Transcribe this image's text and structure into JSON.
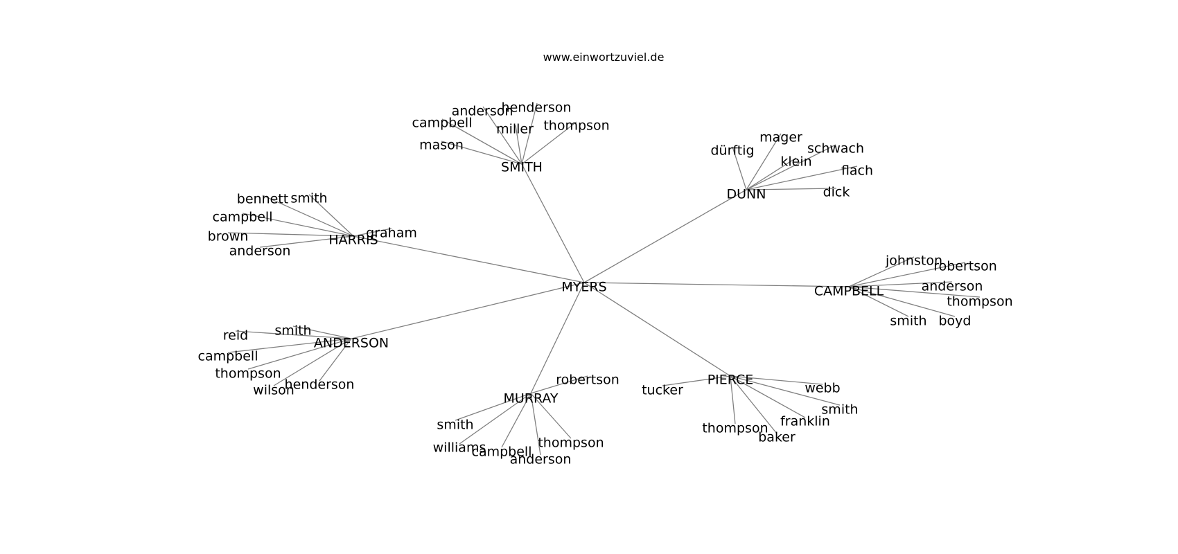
{
  "diagram": {
    "watermark": "www.einwortzuviel.de",
    "edge_color": "#808080",
    "center": "MYERS",
    "clusters": [
      {
        "hub": "SMITH",
        "leaves": [
          "henderson",
          "anderson",
          "campbell",
          "miller",
          "thompson",
          "mason"
        ]
      },
      {
        "hub": "DUNN",
        "leaves": [
          "mager",
          "dürftig",
          "schwach",
          "klein",
          "flach",
          "dick"
        ]
      },
      {
        "hub": "HARRIS",
        "leaves": [
          "bennett",
          "smith",
          "campbell",
          "graham",
          "brown",
          "anderson"
        ]
      },
      {
        "hub": "CAMPBELL",
        "leaves": [
          "johnston",
          "robertson",
          "anderson",
          "thompson",
          "smith",
          "boyd"
        ]
      },
      {
        "hub": "ANDERSON",
        "leaves": [
          "smith",
          "reid",
          "campbell",
          "thompson",
          "wilson",
          "henderson"
        ]
      },
      {
        "hub": "MURRAY",
        "leaves": [
          "robertson",
          "smith",
          "williams",
          "campbell",
          "anderson",
          "thompson"
        ]
      },
      {
        "hub": "PIERCE",
        "leaves": [
          "tucker",
          "webb",
          "smith",
          "franklin",
          "thompson",
          "baker"
        ]
      }
    ]
  }
}
